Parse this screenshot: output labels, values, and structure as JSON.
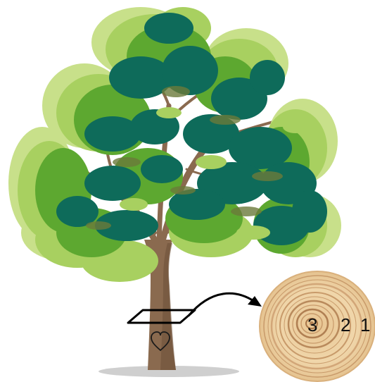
{
  "diagram": {
    "ring_labels": [
      "3",
      "2",
      "1"
    ],
    "trunk_symbol": "♡",
    "colors": {
      "foliage_dark": "#0e6b5a",
      "foliage_mid": "#5da830",
      "foliage_light": "#a8d060",
      "foliage_pale": "#c8e08a",
      "trunk": "#8a6a4f",
      "branch": "#7a5a40",
      "wood_light": "#eed3a6",
      "wood_ring": "#c89a6a",
      "shadow": "#c8c8c8",
      "outline": "#000000"
    },
    "icons": [
      "heart-icon",
      "arrow-icon",
      "cut-plane-icon"
    ]
  }
}
